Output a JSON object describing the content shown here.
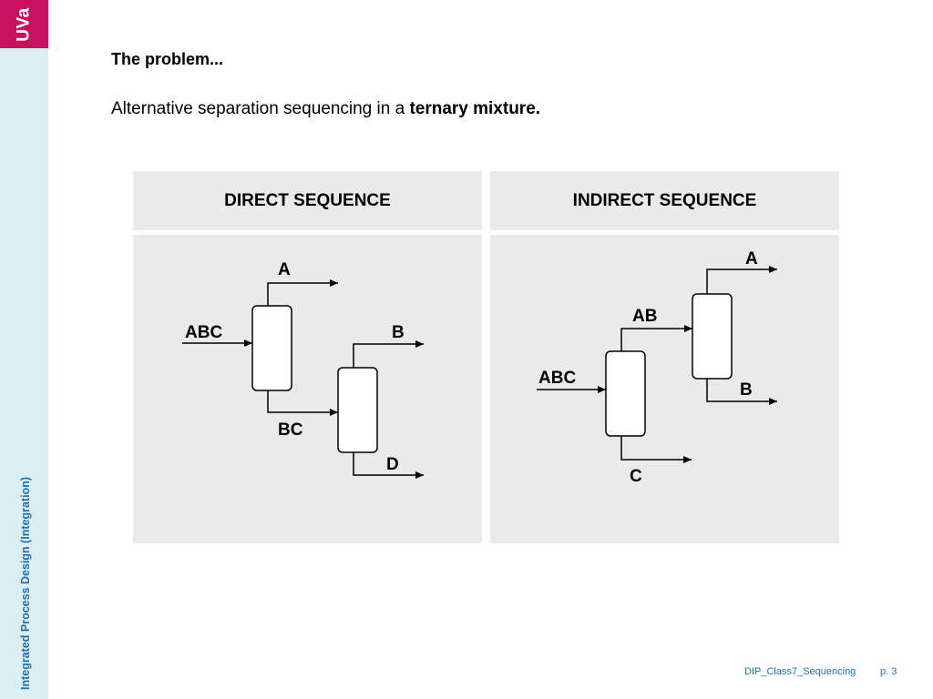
{
  "brand": {
    "logo_text": "UVa"
  },
  "sidebar": {
    "vertical_text": "Integrated Process Design  (Integration)"
  },
  "heading": "The problem...",
  "subtitle": {
    "prefix": "Alternative separation sequencing in a ",
    "bold": "ternary mixture."
  },
  "panels": {
    "direct": {
      "title": "DIRECT SEQUENCE",
      "labels": {
        "feed": "ABC",
        "top1": "A",
        "bottom1": "BC",
        "top2": "B",
        "bottom2": "D"
      }
    },
    "indirect": {
      "title": "INDIRECT SEQUENCE",
      "labels": {
        "feed": "ABC",
        "top1": "AB",
        "bottom1": "C",
        "top2": "A",
        "bottom2": "B"
      }
    }
  },
  "footer": {
    "doc": "DIP_Class7_Sequencing",
    "page": "p. 3"
  },
  "colors": {
    "brand": "#c8115f",
    "sidebar": "#daeef3",
    "accent_text": "#1e6fb4",
    "panel": "#eaeaea"
  }
}
